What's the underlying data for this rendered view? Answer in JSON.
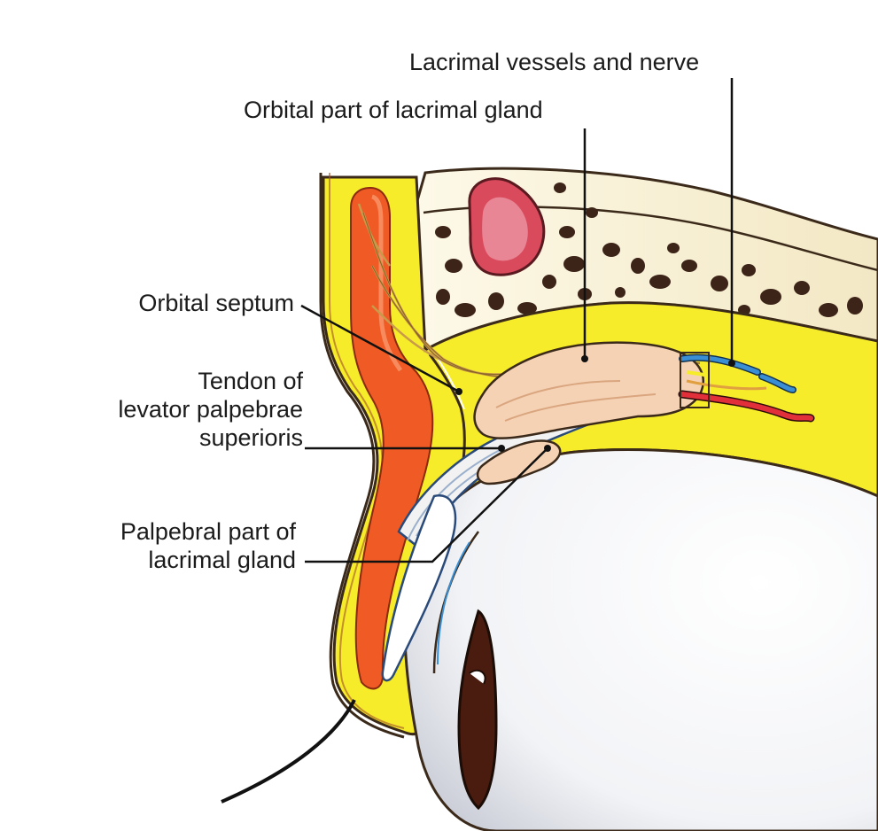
{
  "labels": {
    "lacrimal_vessels": "Lacrimal vessels and nerve",
    "orbital_part": "Orbital part of lacrimal gland",
    "orbital_septum": "Orbital septum",
    "tendon_line1": "Tendon of",
    "tendon_line2": "levator palpebrae",
    "tendon_line3": "superioris",
    "palpebral_line1": "Palpebral part of",
    "palpebral_line2": "lacrimal gland"
  },
  "colors": {
    "fat_yellow": "#f7ec2a",
    "muscle_orange": "#f05a24",
    "gland_pink": "#f6d2b4",
    "bone_cream": "#fbf5dc",
    "sinus_red": "#d94a5c",
    "artery_red": "#e2303a",
    "vein_blue": "#3a8fd4",
    "leader_line": "#111111"
  }
}
